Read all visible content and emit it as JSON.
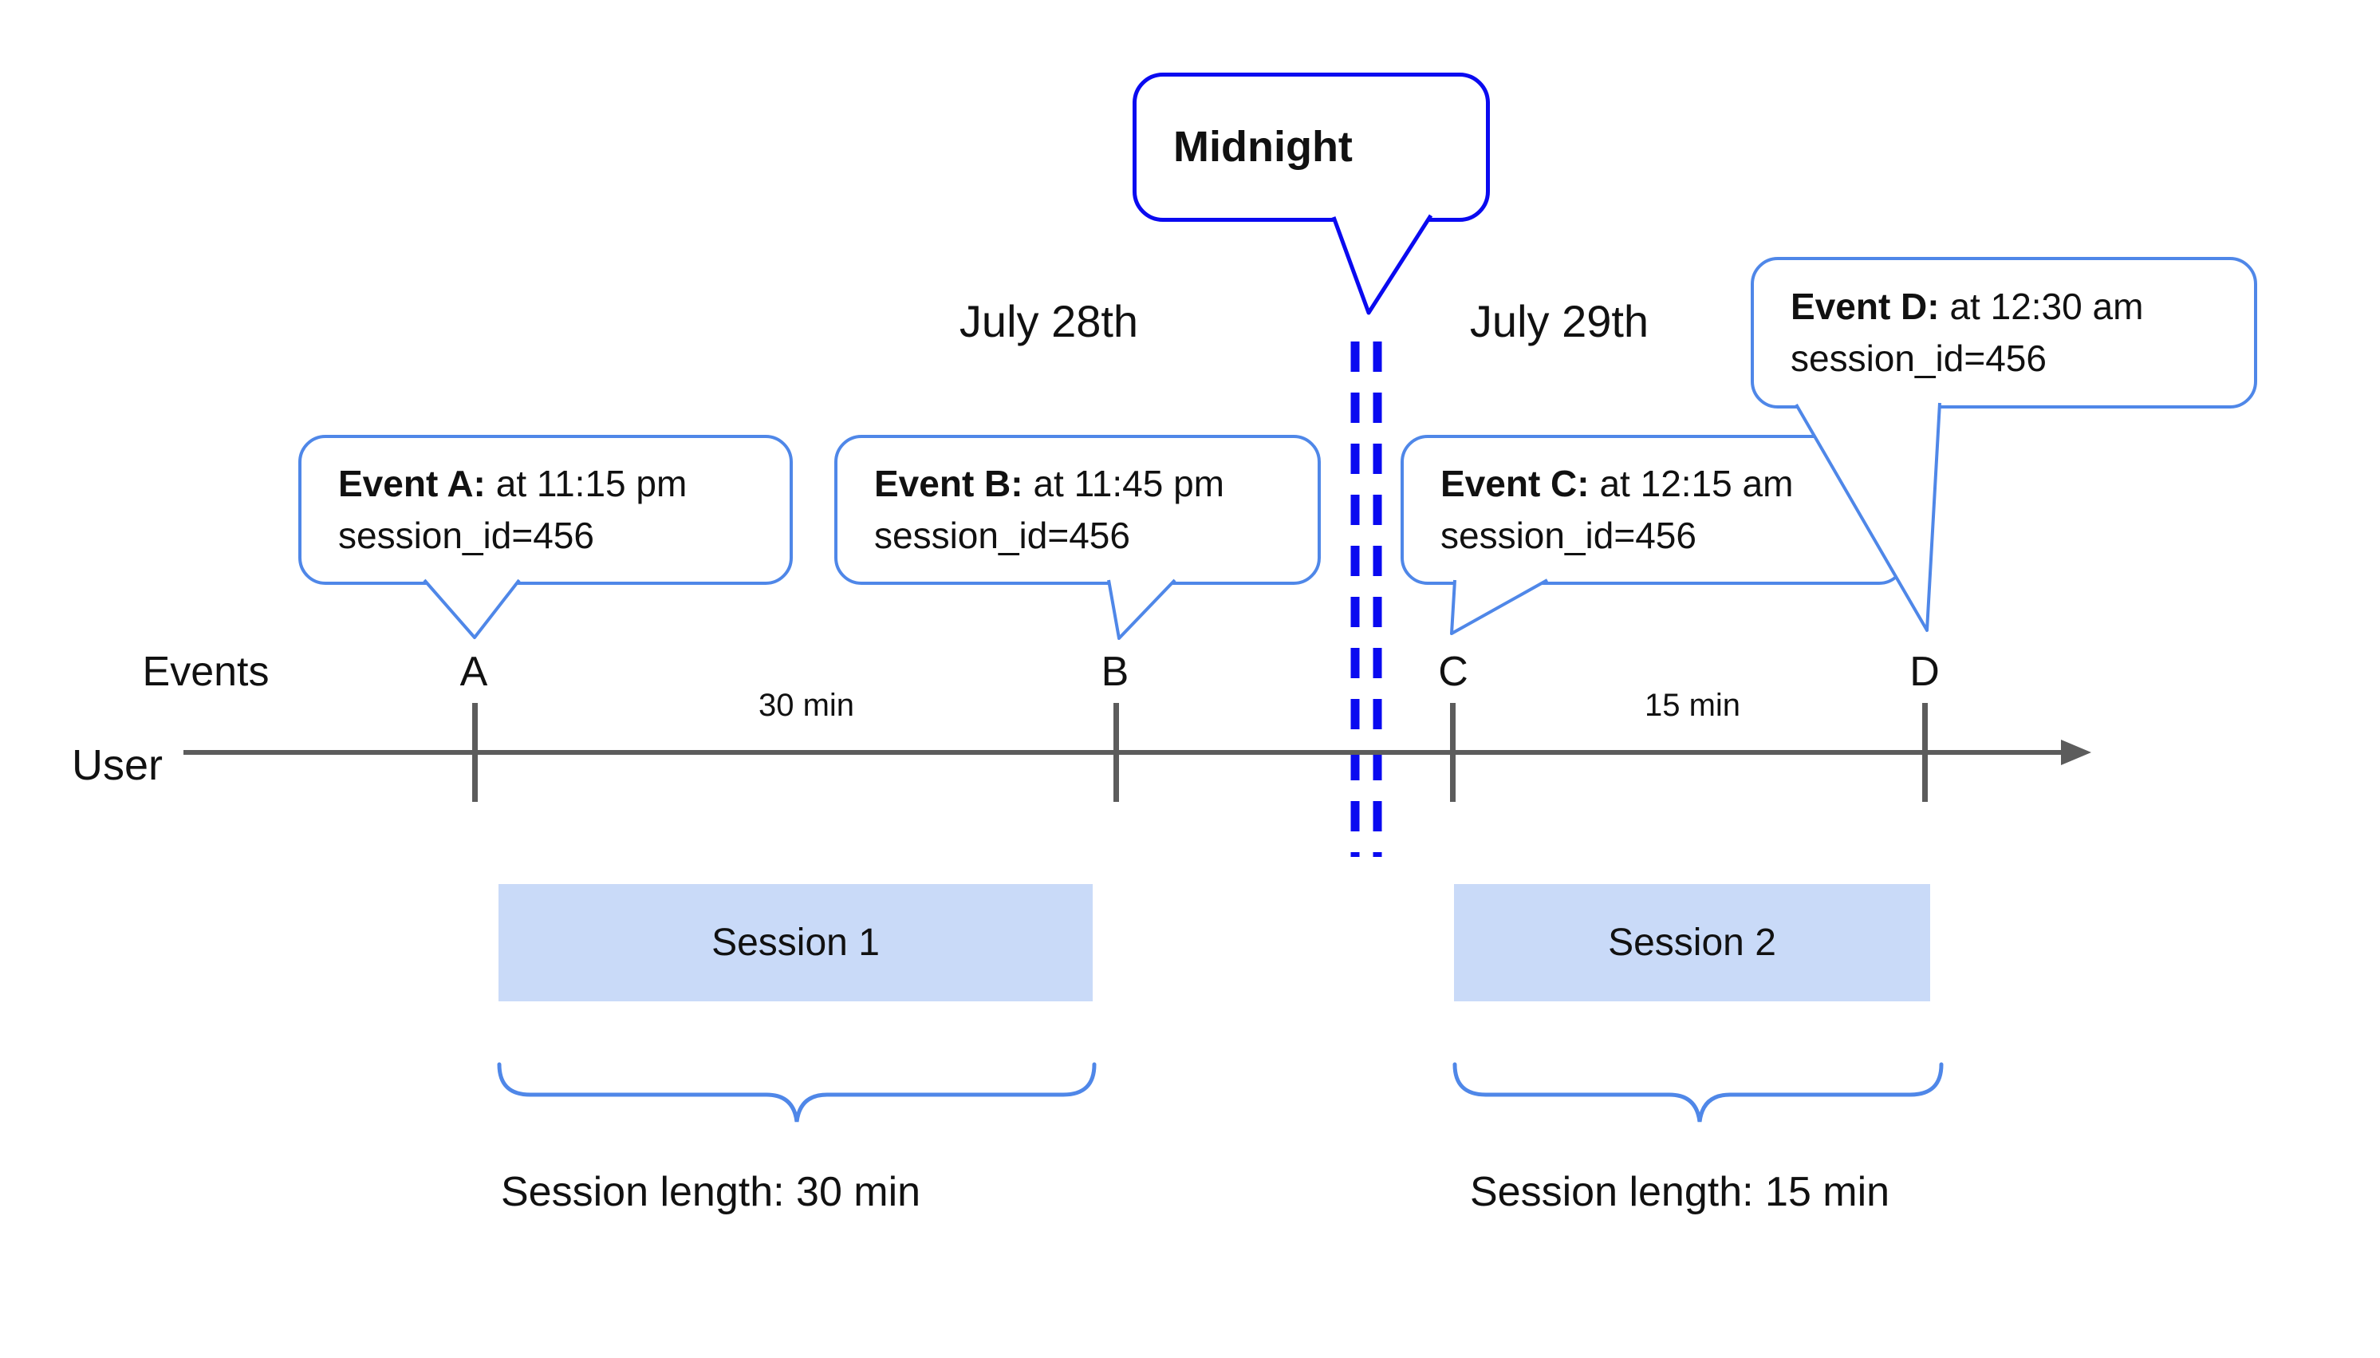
{
  "midnight_callout": {
    "label": "Midnight"
  },
  "dates": {
    "before": "July 28th",
    "after": "July 29th"
  },
  "axis": {
    "events_label": "Events",
    "user_label": "User",
    "tick_labels": [
      "A",
      "B",
      "C",
      "D"
    ],
    "interval_labels": [
      "30 min",
      "15 min"
    ]
  },
  "event_callouts": [
    {
      "title": "Event A:",
      "time": "at 11:15 pm",
      "session": "session_id=456"
    },
    {
      "title": "Event B:",
      "time": "at 11:45 pm",
      "session": "session_id=456"
    },
    {
      "title": "Event C:",
      "time": "at 12:15 am",
      "session": "session_id=456"
    },
    {
      "title": "Event D:",
      "time": "at 12:30 am",
      "session": "session_id=456"
    }
  ],
  "sessions": [
    {
      "label": "Session 1",
      "length_label": "Session length: 30 min"
    },
    {
      "label": "Session 2",
      "length_label": "Session length: 15 min"
    }
  ],
  "colors": {
    "midnight_border": "#0a0af0",
    "callout_border": "#4f87e8",
    "session_fill": "#c9daf8",
    "timeline_gray": "#5c5c5c",
    "text": "#111111"
  }
}
